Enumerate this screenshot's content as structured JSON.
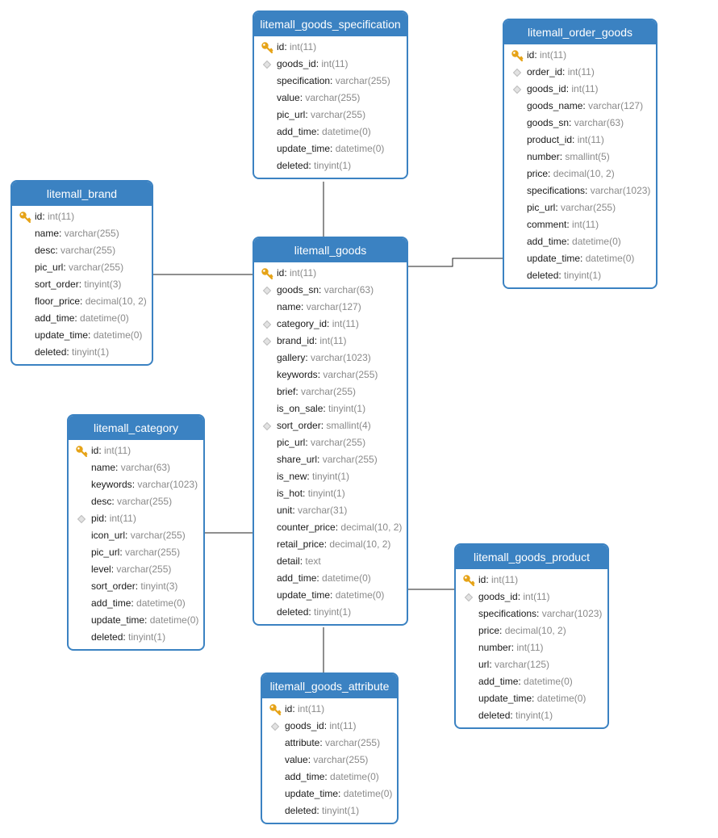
{
  "tables": [
    {
      "id": "litemall_goods_specification",
      "title": "litemall_goods_specification",
      "fields": [
        {
          "name": "id",
          "type": "int(11)",
          "key": "pk"
        },
        {
          "name": "goods_id",
          "type": "int(11)",
          "key": "idx"
        },
        {
          "name": "specification",
          "type": "varchar(255)",
          "key": ""
        },
        {
          "name": "value",
          "type": "varchar(255)",
          "key": ""
        },
        {
          "name": "pic_url",
          "type": "varchar(255)",
          "key": ""
        },
        {
          "name": "add_time",
          "type": "datetime(0)",
          "key": ""
        },
        {
          "name": "update_time",
          "type": "datetime(0)",
          "key": ""
        },
        {
          "name": "deleted",
          "type": "tinyint(1)",
          "key": ""
        }
      ]
    },
    {
      "id": "litemall_order_goods",
      "title": "litemall_order_goods",
      "fields": [
        {
          "name": "id",
          "type": "int(11)",
          "key": "pk"
        },
        {
          "name": "order_id",
          "type": "int(11)",
          "key": "idx"
        },
        {
          "name": "goods_id",
          "type": "int(11)",
          "key": "idx"
        },
        {
          "name": "goods_name",
          "type": "varchar(127)",
          "key": ""
        },
        {
          "name": "goods_sn",
          "type": "varchar(63)",
          "key": ""
        },
        {
          "name": "product_id",
          "type": "int(11)",
          "key": ""
        },
        {
          "name": "number",
          "type": "smallint(5)",
          "key": ""
        },
        {
          "name": "price",
          "type": "decimal(10, 2)",
          "key": ""
        },
        {
          "name": "specifications",
          "type": "varchar(1023)",
          "key": ""
        },
        {
          "name": "pic_url",
          "type": "varchar(255)",
          "key": ""
        },
        {
          "name": "comment",
          "type": "int(11)",
          "key": ""
        },
        {
          "name": "add_time",
          "type": "datetime(0)",
          "key": ""
        },
        {
          "name": "update_time",
          "type": "datetime(0)",
          "key": ""
        },
        {
          "name": "deleted",
          "type": "tinyint(1)",
          "key": ""
        }
      ]
    },
    {
      "id": "litemall_brand",
      "title": "litemall_brand",
      "fields": [
        {
          "name": "id",
          "type": "int(11)",
          "key": "pk"
        },
        {
          "name": "name",
          "type": "varchar(255)",
          "key": ""
        },
        {
          "name": "desc",
          "type": "varchar(255)",
          "key": ""
        },
        {
          "name": "pic_url",
          "type": "varchar(255)",
          "key": ""
        },
        {
          "name": "sort_order",
          "type": "tinyint(3)",
          "key": ""
        },
        {
          "name": "floor_price",
          "type": "decimal(10, 2)",
          "key": ""
        },
        {
          "name": "add_time",
          "type": "datetime(0)",
          "key": ""
        },
        {
          "name": "update_time",
          "type": "datetime(0)",
          "key": ""
        },
        {
          "name": "deleted",
          "type": "tinyint(1)",
          "key": ""
        }
      ]
    },
    {
      "id": "litemall_goods",
      "title": "litemall_goods",
      "fields": [
        {
          "name": "id",
          "type": "int(11)",
          "key": "pk"
        },
        {
          "name": "goods_sn",
          "type": "varchar(63)",
          "key": "idx"
        },
        {
          "name": "name",
          "type": "varchar(127)",
          "key": ""
        },
        {
          "name": "category_id",
          "type": "int(11)",
          "key": "idx"
        },
        {
          "name": "brand_id",
          "type": "int(11)",
          "key": "idx"
        },
        {
          "name": "gallery",
          "type": "varchar(1023)",
          "key": ""
        },
        {
          "name": "keywords",
          "type": "varchar(255)",
          "key": ""
        },
        {
          "name": "brief",
          "type": "varchar(255)",
          "key": ""
        },
        {
          "name": "is_on_sale",
          "type": "tinyint(1)",
          "key": ""
        },
        {
          "name": "sort_order",
          "type": "smallint(4)",
          "key": "idx"
        },
        {
          "name": "pic_url",
          "type": "varchar(255)",
          "key": ""
        },
        {
          "name": "share_url",
          "type": "varchar(255)",
          "key": ""
        },
        {
          "name": "is_new",
          "type": "tinyint(1)",
          "key": ""
        },
        {
          "name": "is_hot",
          "type": "tinyint(1)",
          "key": ""
        },
        {
          "name": "unit",
          "type": "varchar(31)",
          "key": ""
        },
        {
          "name": "counter_price",
          "type": "decimal(10, 2)",
          "key": ""
        },
        {
          "name": "retail_price",
          "type": "decimal(10, 2)",
          "key": ""
        },
        {
          "name": "detail",
          "type": "text",
          "key": ""
        },
        {
          "name": "add_time",
          "type": "datetime(0)",
          "key": ""
        },
        {
          "name": "update_time",
          "type": "datetime(0)",
          "key": ""
        },
        {
          "name": "deleted",
          "type": "tinyint(1)",
          "key": ""
        }
      ]
    },
    {
      "id": "litemall_category",
      "title": "litemall_category",
      "fields": [
        {
          "name": "id",
          "type": "int(11)",
          "key": "pk"
        },
        {
          "name": "name",
          "type": "varchar(63)",
          "key": ""
        },
        {
          "name": "keywords",
          "type": "varchar(1023)",
          "key": ""
        },
        {
          "name": "desc",
          "type": "varchar(255)",
          "key": ""
        },
        {
          "name": "pid",
          "type": "int(11)",
          "key": "idx"
        },
        {
          "name": "icon_url",
          "type": "varchar(255)",
          "key": ""
        },
        {
          "name": "pic_url",
          "type": "varchar(255)",
          "key": ""
        },
        {
          "name": "level",
          "type": "varchar(255)",
          "key": ""
        },
        {
          "name": "sort_order",
          "type": "tinyint(3)",
          "key": ""
        },
        {
          "name": "add_time",
          "type": "datetime(0)",
          "key": ""
        },
        {
          "name": "update_time",
          "type": "datetime(0)",
          "key": ""
        },
        {
          "name": "deleted",
          "type": "tinyint(1)",
          "key": ""
        }
      ]
    },
    {
      "id": "litemall_goods_product",
      "title": "litemall_goods_product",
      "fields": [
        {
          "name": "id",
          "type": "int(11)",
          "key": "pk"
        },
        {
          "name": "goods_id",
          "type": "int(11)",
          "key": "idx"
        },
        {
          "name": "specifications",
          "type": "varchar(1023)",
          "key": ""
        },
        {
          "name": "price",
          "type": "decimal(10, 2)",
          "key": ""
        },
        {
          "name": "number",
          "type": "int(11)",
          "key": ""
        },
        {
          "name": "url",
          "type": "varchar(125)",
          "key": ""
        },
        {
          "name": "add_time",
          "type": "datetime(0)",
          "key": ""
        },
        {
          "name": "update_time",
          "type": "datetime(0)",
          "key": ""
        },
        {
          "name": "deleted",
          "type": "tinyint(1)",
          "key": ""
        }
      ]
    },
    {
      "id": "litemall_goods_attribute",
      "title": "litemall_goods_attribute",
      "fields": [
        {
          "name": "id",
          "type": "int(11)",
          "key": "pk"
        },
        {
          "name": "goods_id",
          "type": "int(11)",
          "key": "idx"
        },
        {
          "name": "attribute",
          "type": "varchar(255)",
          "key": ""
        },
        {
          "name": "value",
          "type": "varchar(255)",
          "key": ""
        },
        {
          "name": "add_time",
          "type": "datetime(0)",
          "key": ""
        },
        {
          "name": "update_time",
          "type": "datetime(0)",
          "key": ""
        },
        {
          "name": "deleted",
          "type": "tinyint(1)",
          "key": ""
        }
      ]
    }
  ],
  "relations": [
    {
      "from": "litemall_goods",
      "to": "litemall_goods_specification"
    },
    {
      "from": "litemall_goods",
      "to": "litemall_order_goods"
    },
    {
      "from": "litemall_goods",
      "to": "litemall_brand"
    },
    {
      "from": "litemall_goods",
      "to": "litemall_category"
    },
    {
      "from": "litemall_goods",
      "to": "litemall_goods_product"
    },
    {
      "from": "litemall_goods",
      "to": "litemall_goods_attribute"
    }
  ],
  "theme": {
    "header": "#3b82c2",
    "border": "#3b82c2",
    "key_icon": "#e6a317",
    "index_icon": "#bcbcbc"
  }
}
